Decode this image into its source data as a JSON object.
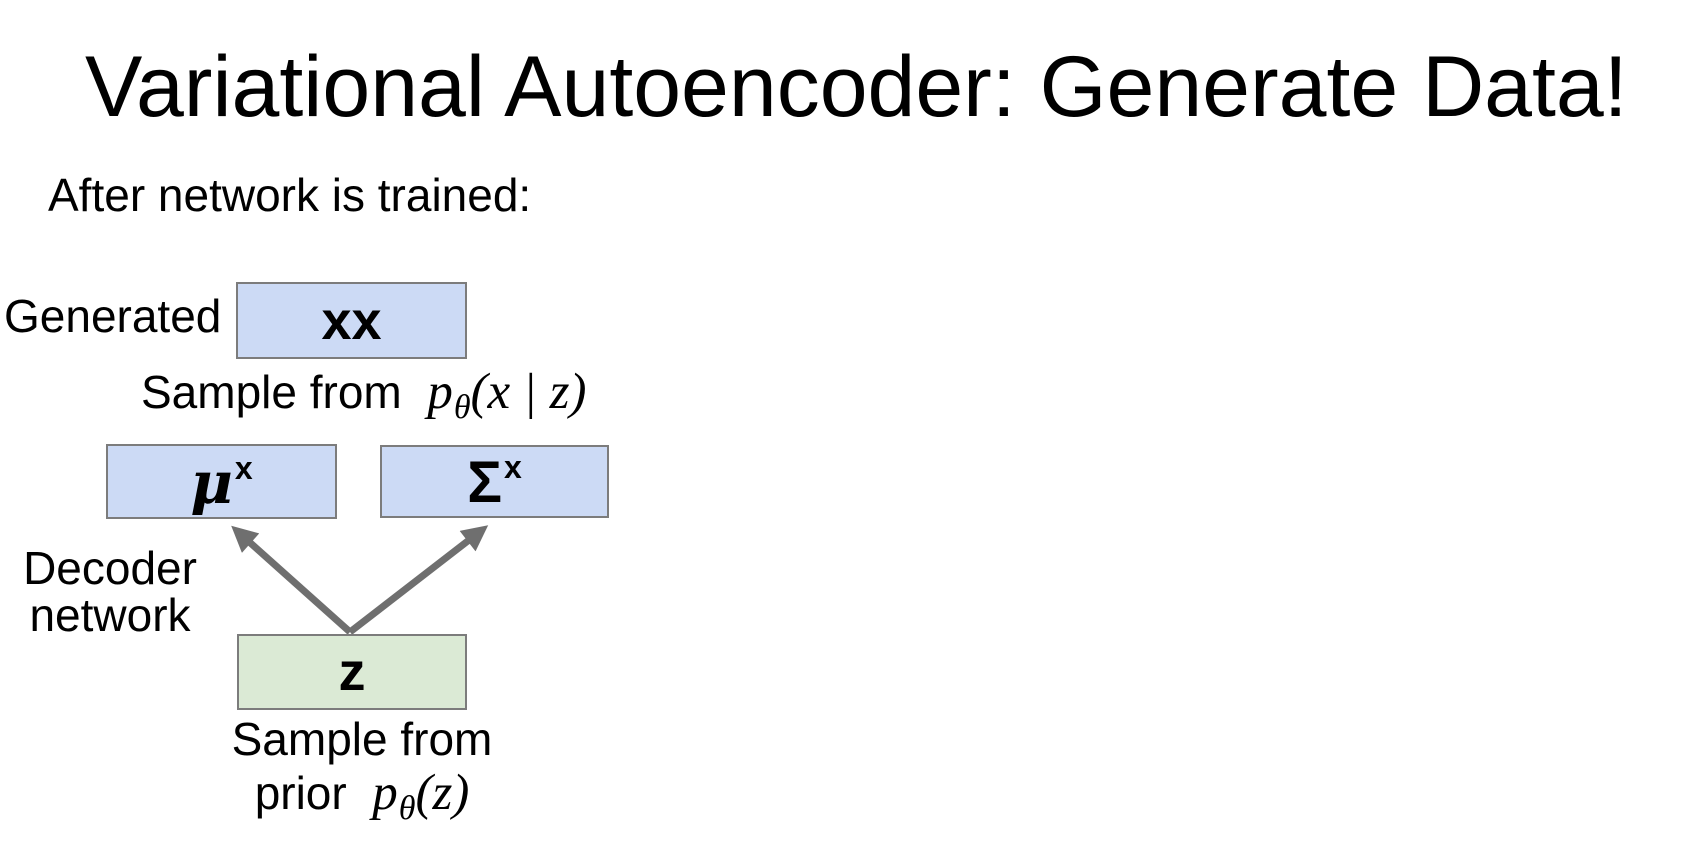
{
  "slide": {
    "title": "Variational Autoencoder: Generate Data!",
    "subtitle": "After network is trained:",
    "diagram": {
      "generated_label": "Generated",
      "x_box_label": "xx",
      "sample_x_prefix": "Sample from",
      "math_p": "p",
      "math_theta": "θ",
      "math_x_given_z": "(x | z)",
      "mu_base": "μ",
      "mu_sup": "x",
      "sigma_base": "Σ",
      "sigma_sup": "x",
      "decoder_line1": "Decoder",
      "decoder_line2": "network",
      "z_box_label": "z",
      "prior_line1": "Sample from",
      "prior_prefix": "prior",
      "math_z_args": "(z)",
      "colors": {
        "box_fill_blue": "#ccdaf5",
        "box_fill_green": "#dbead5",
        "box_border": "#7c7c7c",
        "arrow": "#6f6f6f",
        "text": "#000000",
        "background": "#ffffff"
      }
    }
  }
}
